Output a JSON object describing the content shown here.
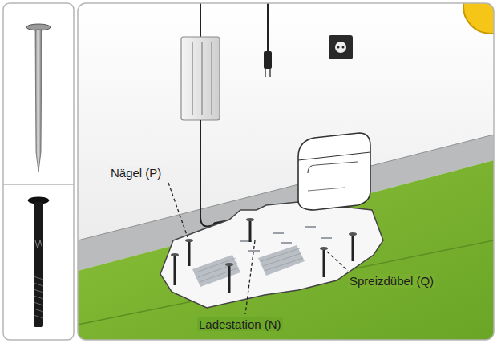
{
  "diagram": {
    "labels": [
      "Nägel (P)",
      "Spreizdübel (Q)",
      "Ladestation (N)"
    ]
  }
}
